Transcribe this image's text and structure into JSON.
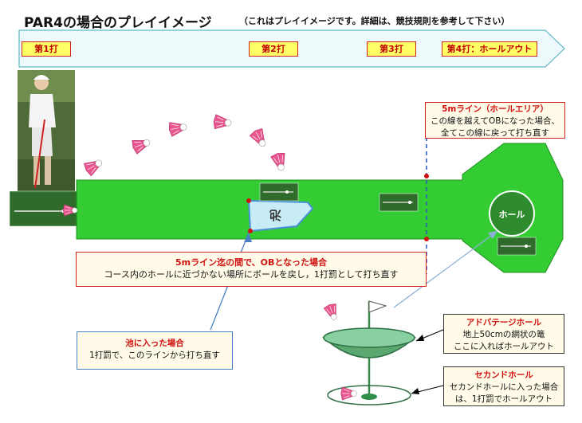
{
  "title": "PAR4の場合のプレイイメージ",
  "subtitle": "（これはプレイイメージです。詳細は、競技規則を参考して下さい）",
  "strokes": [
    {
      "label": "第1打"
    },
    {
      "label": "第2打"
    },
    {
      "label": "第3打"
    },
    {
      "label": "第4打：ホールアウト"
    }
  ],
  "pond_label": "池",
  "hole_label": "ホール",
  "notes": {
    "five_m_line": {
      "heading": "5mライン（ホールエリア）",
      "lines": [
        "この線を越えてOBになった場合、",
        "全てこの線に戻って打ち直す"
      ]
    },
    "ob": {
      "heading": "5mライン迄の間で、OBとなった場合",
      "lines": [
        "コース内のホールに近づかない場所にボールを戻し，1打罰として打ち直す"
      ]
    },
    "pond": {
      "heading": "池に入った場合",
      "lines": [
        "1打罰で、このラインから打ち直す"
      ]
    },
    "advantage": {
      "heading": "アドバテージホール",
      "lines": [
        "地上50cmの網状の篭",
        "ここに入ればホールアウト"
      ]
    },
    "second": {
      "heading": "セカンドホール",
      "lines": [
        "セカンドホールに入った場合",
        "は、1打罰でホールアウト"
      ]
    }
  },
  "colors": {
    "course_green": "#33cc33",
    "arrow_fill": "#eef9fb",
    "arrow_border": "#5fb8c8",
    "highlight_yellow": "#ffff66",
    "accent_red": "#d32020",
    "basket_green": "#4a9a6a",
    "shuttle_pink": "#e9568f"
  }
}
